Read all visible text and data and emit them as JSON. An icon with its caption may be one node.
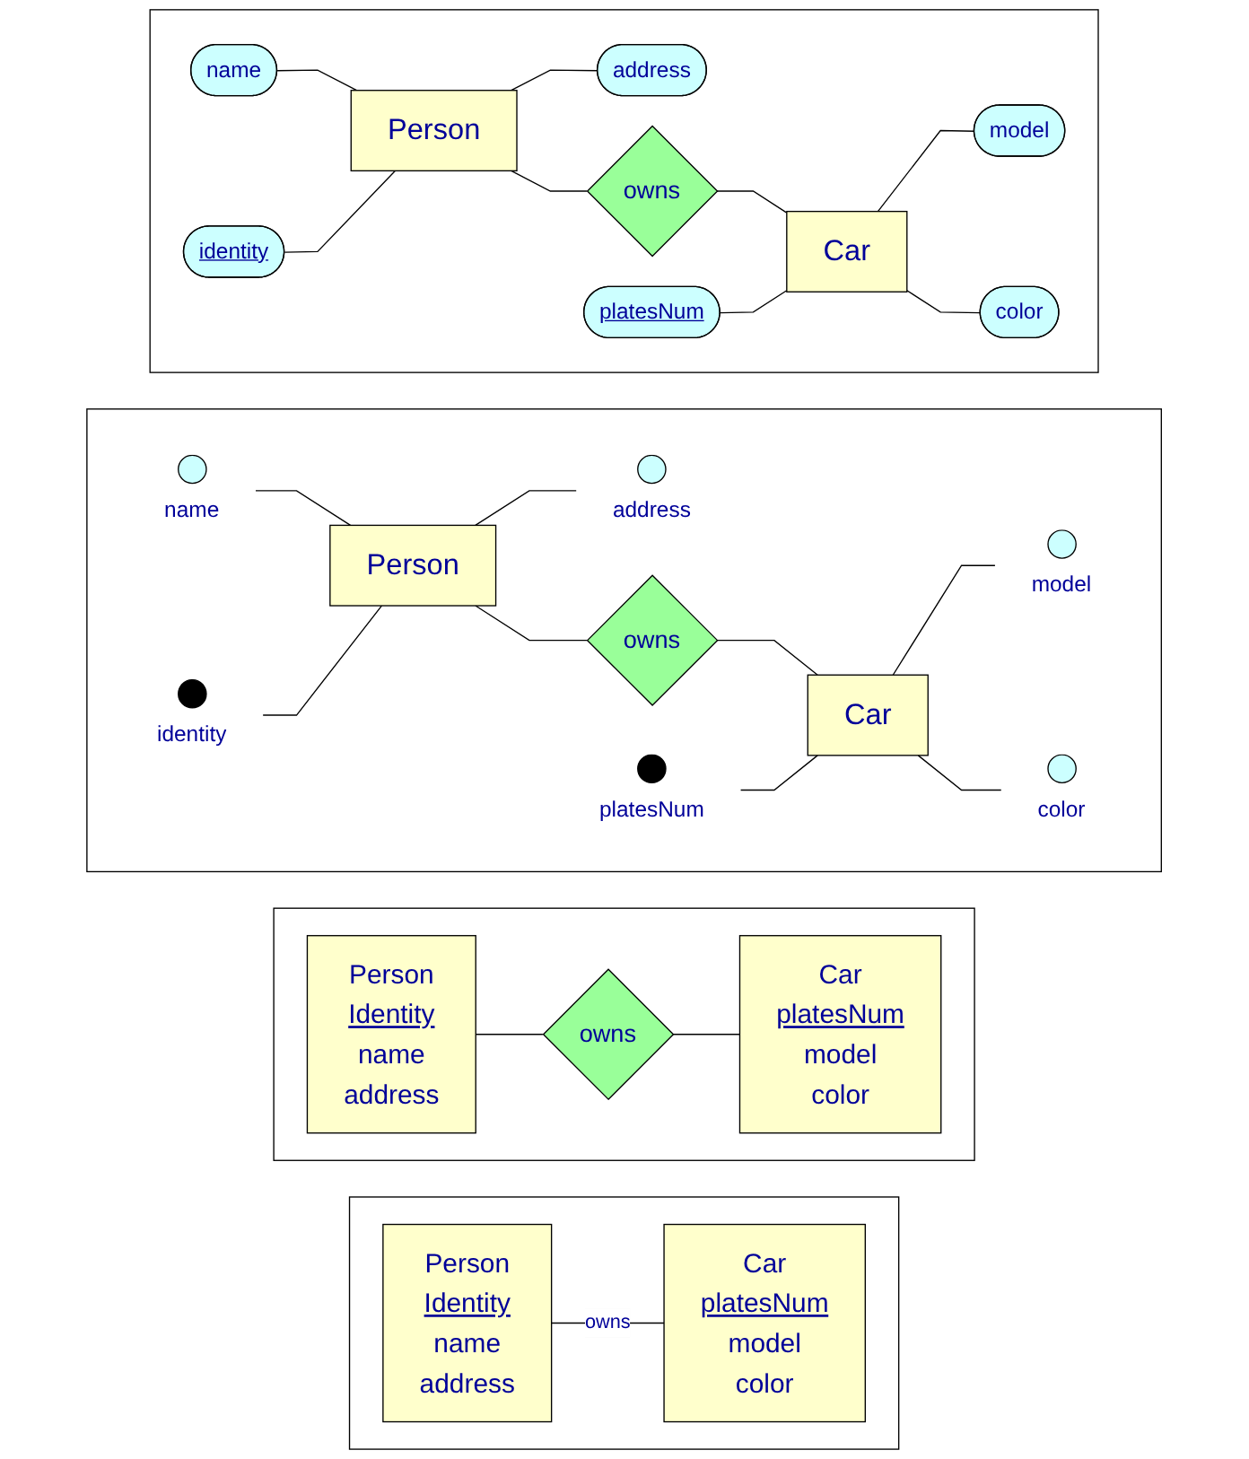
{
  "diagram": {
    "nodes": [
      {
        "text": [],
        "shape": "box"
      },
      {
        "text": [
          "identity"
        ],
        "in": 0
      },
      {
        "text": [
          "platesNum"
        ],
        "in": 0
      },
      {
        "text": [
          "name"
        ],
        "in": 0
      },
      {
        "text": [
          "Person"
        ],
        "in": 0
      },
      {
        "text": [
          "owns"
        ],
        "in": 0
      },
      {
        "text": [
          "Car"
        ],
        "in": 0
      },
      {
        "text": [
          "model"
        ],
        "in": 0
      },
      {
        "text": [
          "address"
        ],
        "in": 0
      },
      {
        "text": [
          "color"
        ],
        "in": 0
      },
      {
        "text": [],
        "shape": "box"
      },
      {
        "text": [],
        "shape": "circle",
        "beside": [
          "identity"
        ],
        "in": 10
      },
      {
        "text": [],
        "shape": "circle",
        "beside": [
          "platesNum"
        ],
        "in": 10
      },
      {
        "text": [],
        "shape": "circle",
        "beside": [
          "name"
        ],
        "in": 10
      },
      {
        "text": [
          "Person"
        ],
        "in": 10
      },
      {
        "text": [
          "owns"
        ],
        "in": 10
      },
      {
        "text": [
          "Car"
        ],
        "in": 10
      },
      {
        "text": [],
        "shape": "circle",
        "beside": [
          "model"
        ],
        "in": 10
      },
      {
        "text": [],
        "shape": "circle",
        "beside": [
          "address"
        ],
        "in": 10
      },
      {
        "text": [],
        "shape": "circle",
        "beside": [
          "color"
        ],
        "in": 10
      },
      {
        "text": [],
        "shape": "box"
      },
      {
        "text": [
          "Person",
          "Identity",
          "name",
          "address"
        ],
        "in": 20
      },
      {
        "text": [
          "owns"
        ],
        "in": 20
      },
      {
        "text": [
          "Car",
          "platesNum",
          "model",
          "color"
        ],
        "in": 20
      },
      {
        "text": [],
        "shape": "box"
      },
      {
        "text": [
          "Person",
          "Identity",
          "name",
          "address"
        ],
        "in": 24
      },
      {
        "text": [
          "Car",
          "platesNum",
          "model",
          "color"
        ],
        "in": 24
      }
    ],
    "edges": [
      {
        "from": 3,
        "to": 4,
        "arrow": "none"
      },
      {
        "from": 1,
        "to": 4,
        "arrow": "none"
      },
      {
        "from": 4,
        "to": 8,
        "arrow": "none"
      },
      {
        "from": 4,
        "to": 5,
        "arrow": "none"
      },
      {
        "from": 5,
        "to": 6,
        "arrow": "none"
      },
      {
        "from": 2,
        "to": 6,
        "arrow": "none"
      },
      {
        "from": 6,
        "to": 7,
        "arrow": "none"
      },
      {
        "from": 6,
        "to": 9,
        "arrow": "none"
      },
      {
        "from": 13,
        "to": 14,
        "arrow": "none"
      },
      {
        "from": 11,
        "to": 14,
        "arrow": "none"
      },
      {
        "from": 14,
        "to": 18,
        "arrow": "none"
      },
      {
        "from": 14,
        "to": 15,
        "arrow": "none"
      },
      {
        "from": 15,
        "to": 16,
        "arrow": "none"
      },
      {
        "from": 12,
        "to": 16,
        "arrow": "none"
      },
      {
        "from": 16,
        "to": 17,
        "arrow": "none"
      },
      {
        "from": 16,
        "to": 19,
        "arrow": "none"
      },
      {
        "from": 21,
        "to": 22,
        "arrow": "none"
      },
      {
        "from": 22,
        "to": 23,
        "arrow": "none"
      },
      {
        "from": 25,
        "to": 26,
        "label": "owns",
        "arrow": "none"
      }
    ]
  }
}
